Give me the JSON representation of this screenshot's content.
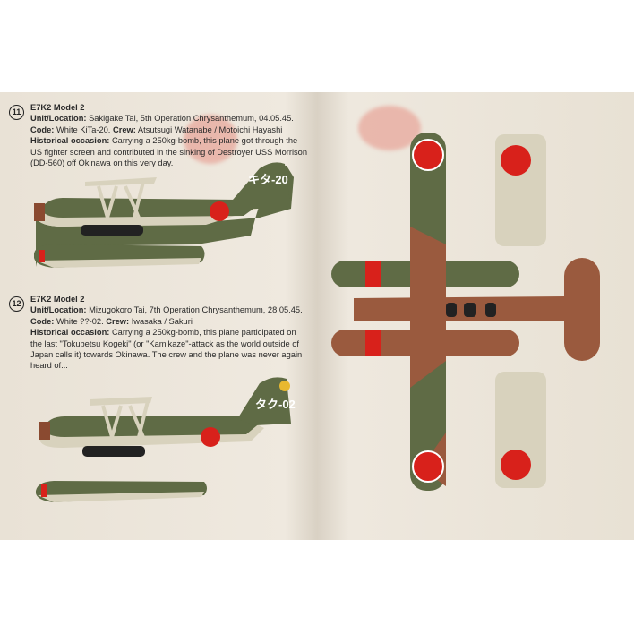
{
  "profiles": [
    {
      "number": "11",
      "title": "E7K2 Model 2",
      "unit_label": "Unit/Location:",
      "unit": "Sakigake Tai, 5th Operation Chrysanthemum, 04.05.45.",
      "code_label": "Code:",
      "code": "White KiTa-20.",
      "crew_label": "Crew:",
      "crew": "Atsutsugi Watanabe / Motoichi Hayashi",
      "occasion_label": "Historical occasion:",
      "occasion": "Carrying a 250kg-bomb, this plane got through the US fighter screen and contributed in the sinking of Destroyer USS Morrison (DD-560) off Okinawa on this very day.",
      "tail_code": "キタ-20"
    },
    {
      "number": "12",
      "title": "E7K2 Model 2",
      "unit_label": "Unit/Location:",
      "unit": "Mizugokoro Tai, 7th Operation Chrysanthemum, 28.05.45.",
      "code_label": "Code:",
      "code": "White ??-02.",
      "crew_label": "Crew:",
      "crew": "Iwasaka / Sakuri",
      "occasion_label": "Historical occasion:",
      "occasion": "Carrying a 250kg-bomb, this plane participated on the last \"Tokubetsu Kogeki\" (or \"Kamikaze\"-attack as the world outside of Japan calls it) towards Okinawa. The crew and the plane was never again heard of...",
      "tail_code": "タク-02"
    }
  ],
  "colors": {
    "green": "#5f6b45",
    "brown": "#9a5a3e",
    "hinomaru": "#d8211b",
    "underside": "#d8d2bd"
  }
}
